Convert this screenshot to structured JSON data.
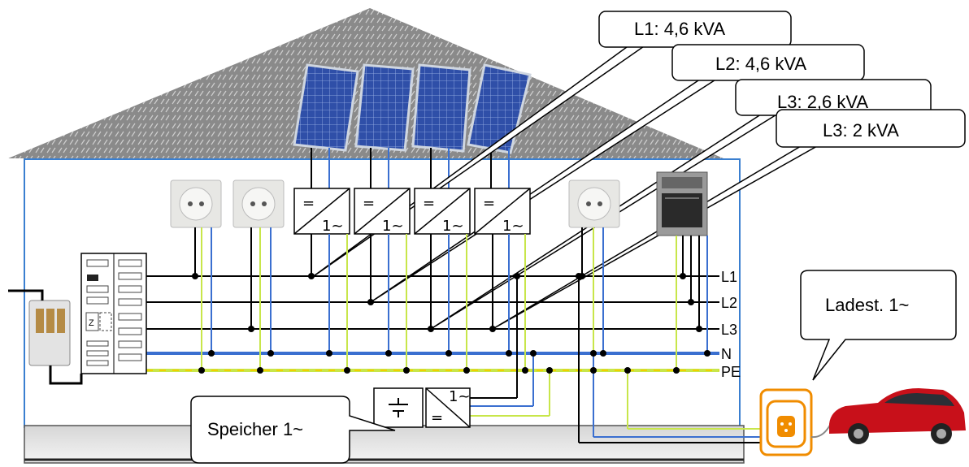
{
  "callouts": {
    "l1": "L1: 4,6 kVA",
    "l2": "L2: 4,6 kVA",
    "l3a": "L3: 2,6 kVA",
    "l3b": "L3: 2 kVA",
    "charger": "Ladest. 1~",
    "storage": "Speicher 1~"
  },
  "buses": {
    "l1": "L1",
    "l2": "L2",
    "l3": "L3",
    "n": "N",
    "pe": "PE"
  },
  "inverter": {
    "dc": "=",
    "ac": "1~"
  },
  "meter_label": "Z",
  "colors": {
    "neutral": "#3a6fd0",
    "pe_green": "#c8e64a",
    "pe_yellow": "#f0d000",
    "phase": "#000000",
    "wall": "#3a7fd0",
    "charger": "#f08c00",
    "car": "#c8101a",
    "roof": "#8a8a8a"
  }
}
